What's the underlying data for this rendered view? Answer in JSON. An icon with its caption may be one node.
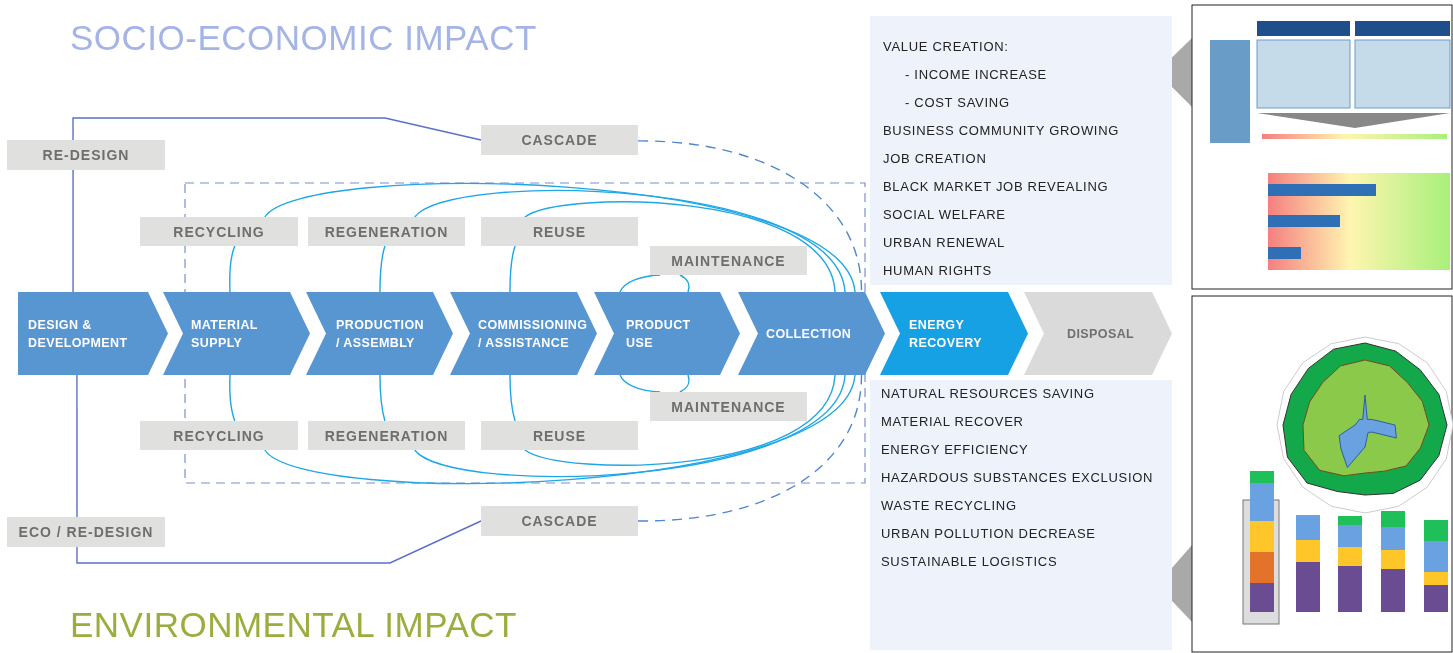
{
  "diagram": {
    "nodes": [
      {
        "text": [
          "DESIGN & DEVELOPMENT"
        ]
      },
      {
        "text": [
          "MATERIAL SUPPLY"
        ]
      },
      {
        "text": [
          "PRODUCTION / ASSEMBLY"
        ]
      },
      {
        "text": [
          "COMMISSIONING / ASSISTANCE"
        ]
      },
      {
        "text": [
          "PRODUCT USE"
        ]
      },
      {
        "text": [
          "COLLECTION"
        ]
      },
      {
        "text": [
          "ENERGY RECOVERY"
        ]
      },
      {
        "text": [
          "DISPOSAL"
        ]
      },
      {
        "text": [
          "RE-DESIGN"
        ]
      },
      {
        "text": [
          "CASCADE"
        ]
      },
      {
        "text": [
          "RECYCLING"
        ]
      },
      {
        "text": [
          "REGENERATION"
        ]
      },
      {
        "text": [
          "REUSE"
        ]
      },
      {
        "text": [
          "MAINTENANCE"
        ]
      },
      {
        "text": [
          "MAINTENANCE"
        ]
      },
      {
        "text": [
          "RECYCLING"
        ]
      },
      {
        "text": [
          "REGENERATION"
        ]
      },
      {
        "text": [
          "REUSE"
        ]
      },
      {
        "text": [
          "ECO / RE-DESIGN"
        ]
      },
      {
        "text": [
          "CASCADE"
        ]
      },
      {
        "text": [
          "VALUE CREATION:",
          "- INCOME INCREASE",
          "- COST SAVING",
          "BUSINESS COMMUNITY GROWING",
          "JOB CREATION",
          "BLACK MARKET JOB REVEALING",
          "SOCIAL WELFARE",
          "URBAN RENEWAL",
          "HUMAN RIGHTS"
        ]
      },
      {
        "text": [
          "NATURAL RESOURCES SAVING",
          "MATERIAL RECOVER",
          "ENERGY EFFICIENCY",
          "HAZARDOUS SUBSTANCES EXCLUSION",
          "WASTE RECYCLING",
          "URBAN POLLUTION DECREASE",
          "SUSTAINABLE LOGISTICS"
        ]
      }
    ],
    "edges": [
      {
        "from": 0,
        "to": 8,
        "arrow": "none",
        "color": "#5b6fc6"
      },
      {
        "from": 8,
        "to": 9,
        "arrow": "none",
        "color": "#5b6fc6"
      },
      {
        "from": 9,
        "to": 5,
        "arrow": "none",
        "style": "dashed",
        "color": "#4f86cf"
      },
      {
        "from": 1,
        "to": 10,
        "arrow": "none"
      },
      {
        "from": 10,
        "to": 5,
        "arrow": "none"
      },
      {
        "from": 2,
        "to": 11,
        "arrow": "none"
      },
      {
        "from": 11,
        "to": 5,
        "arrow": "none"
      },
      {
        "from": 3,
        "to": 12,
        "arrow": "none"
      },
      {
        "from": 12,
        "to": 5,
        "arrow": "none"
      },
      {
        "from": 4,
        "to": 13,
        "arrow": "none"
      },
      {
        "from": 13,
        "to": 4,
        "arrow": "none"
      },
      {
        "from": 4,
        "to": 14,
        "arrow": "none"
      },
      {
        "from": 14,
        "to": 4,
        "arrow": "none"
      },
      {
        "from": 1,
        "to": 15,
        "arrow": "none"
      },
      {
        "from": 15,
        "to": 5,
        "arrow": "none"
      },
      {
        "from": 2,
        "to": 16,
        "arrow": "none"
      },
      {
        "from": 16,
        "to": 5,
        "arrow": "none"
      },
      {
        "from": 3,
        "to": 17,
        "arrow": "none"
      },
      {
        "from": 17,
        "to": 5,
        "arrow": "none"
      },
      {
        "from": 0,
        "to": 18,
        "arrow": "none",
        "color": "#5b6fc6"
      },
      {
        "from": 18,
        "to": 19,
        "arrow": "none",
        "color": "#5b6fc6"
      },
      {
        "from": 19,
        "to": 5,
        "arrow": "none",
        "style": "dashed",
        "color": "#4f86cf"
      }
    ],
    "labels": [
      "SOCIO-ECONOMIC IMPACT",
      "ENVIRONMENTAL IMPACT"
    ]
  }
}
